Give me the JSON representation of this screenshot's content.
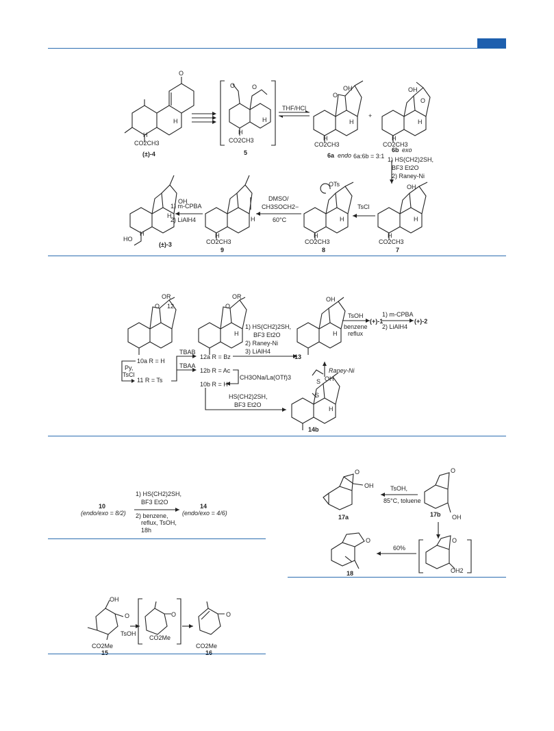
{
  "scheme1": {
    "compound_4": "(±)-4",
    "compound_5": "5",
    "co2ch3": "CO2CH3",
    "thf_hcl": "THF/HCl",
    "plus": "+",
    "cpd_6a": "6a",
    "cpd_6a_suffix": "endo",
    "cpd_6b": "6b",
    "cpd_6b_suffix": "exo",
    "ratio": "6a:6b = 3:1",
    "step_6_7_a": "1) HS(CH2)2SH,",
    "step_6_7_b": "BF3 Et2O",
    "step_6_7_c": "2) Raney-Ni",
    "tscl": "TsCl",
    "dmso_a": "DMSO/",
    "dmso_b": "CH3SOCH2−",
    "dmso_c": "60°C",
    "mcpba_a": "1) m-CPBA",
    "mcpba_b": "2) LiAlH4",
    "cpd_7": "7",
    "cpd_8": "8",
    "cpd_9": "9",
    "cpd_3": "(±)-3",
    "oh": "OH",
    "ots": "OTs",
    "h": "H",
    "ho": "HO"
  },
  "scheme2": {
    "or": "OR",
    "c12": "12",
    "cpd_10a": "10a R = H",
    "py": "Py,",
    "tscl": "TsCl",
    "cpd_11": "11 R = Ts",
    "tbab": "TBAB",
    "tbaa": "TBAA",
    "cpd_12a": "12a R = Bz",
    "cpd_12b": "12b R = Ac",
    "cpd_10b": "10b R = H",
    "ch3ona": "CH3ONa/La(OTf)3",
    "steps_a": "1) HS(CH2)2SH,",
    "steps_b": "BF3 Et2O",
    "steps_c": "2) Raney-Ni",
    "steps_d": "3) LiAlH4",
    "cpd_13": "13",
    "tsoh": "TsOH",
    "benzene": "benzene",
    "reflux": "reflux",
    "cpd_1": "(+)-1",
    "mcpba_a": "1) m-CPBA",
    "mcpba_b": "2) LiAlH4",
    "cpd_2": "(+)-2",
    "raney": "Raney-Ni",
    "hs_a": "HS(CH2)2SH,",
    "hs_b": "BF3 Et2O",
    "cpd_14b": "14b",
    "s": "S"
  },
  "scheme3": {
    "cpd_10": "10",
    "ratio_10": "(endo/exo = 8/2)",
    "cond_a": "1) HS(CH2)2SH,",
    "cond_b": "BF3 Et2O",
    "cond_c": "2) benzene,",
    "cond_d": "reflux, TsOH,",
    "cond_e": "18h",
    "cpd_14": "14",
    "ratio_14": "(endo/exo = 4/6)"
  },
  "scheme4": {
    "cpd_17a": "17a",
    "cpd_17b": "17b",
    "cpd_18": "18",
    "tsoh": "TsOH,",
    "temp": "85°C, toluene",
    "yield": "60%",
    "oh": "OH",
    "oh2": "OH2"
  },
  "scheme5": {
    "oh": "OH",
    "co2me": "CO2Me",
    "cpd_15": "15",
    "cpd_16": "16",
    "tsoh": "TsOH"
  }
}
